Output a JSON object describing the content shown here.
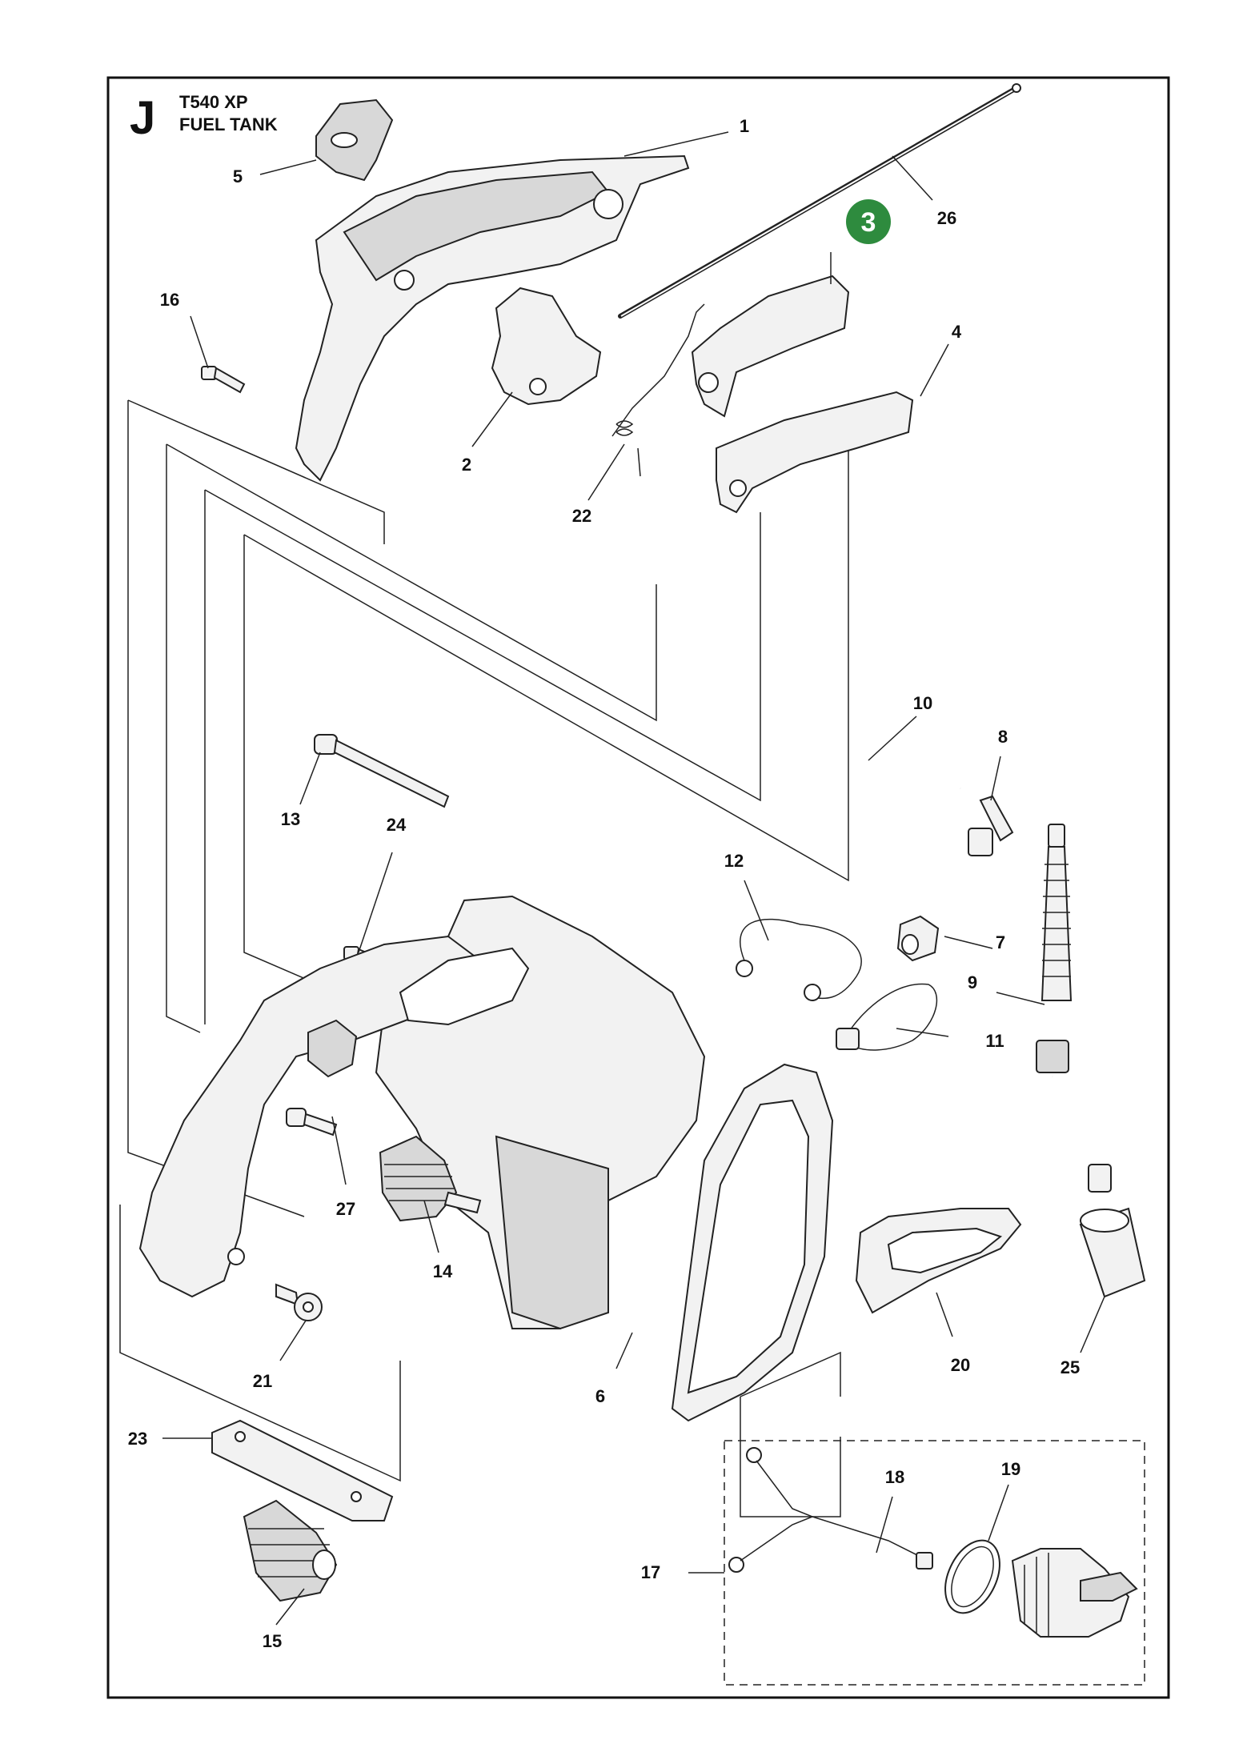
{
  "header": {
    "section_letter": "J",
    "model": "T540 XP",
    "title": "FUEL TANK"
  },
  "highlight": {
    "label": "3",
    "color": "#2e8b3e"
  },
  "callouts": {
    "c1": "1",
    "c2": "2",
    "c4": "4",
    "c5": "5",
    "c6": "6",
    "c7": "7",
    "c8": "8",
    "c9": "9",
    "c10": "10",
    "c11": "11",
    "c12": "12",
    "c13": "13",
    "c14": "14",
    "c15": "15",
    "c16": "16",
    "c17": "17",
    "c18": "18",
    "c19": "19",
    "c20": "20",
    "c21": "21",
    "c22": "22",
    "c23": "23",
    "c24": "24",
    "c25": "25",
    "c26": "26",
    "c27": "27"
  }
}
